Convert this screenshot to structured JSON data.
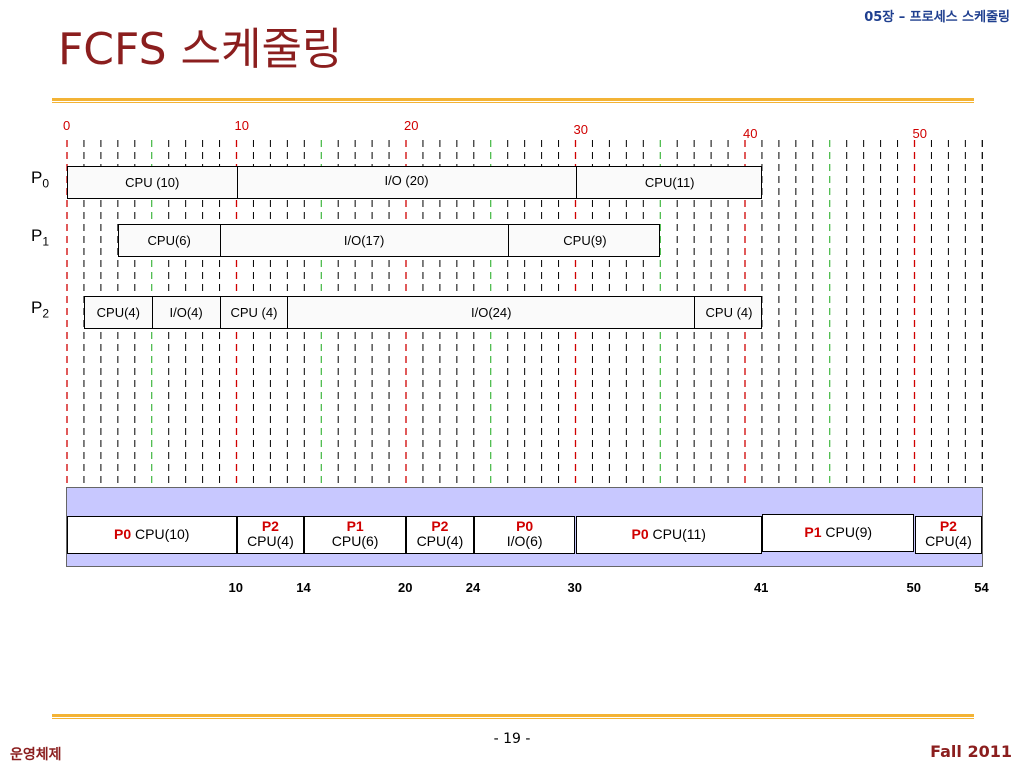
{
  "header": {
    "chapter_num": "05",
    "chapter_rest": "장 – 프로세스 스케줄링",
    "title": "FCFS 스케줄링"
  },
  "timeline": {
    "tick_labels": [
      "0",
      "10",
      "20",
      "30",
      "40",
      "50"
    ],
    "max_time": 54
  },
  "processes": [
    {
      "name": "P",
      "sub": "0",
      "segments": [
        {
          "label": "CPU (10)",
          "duration": 10
        },
        {
          "label": "I/O (20)",
          "duration": 20
        },
        {
          "label": "CPU(11)",
          "duration": 11
        }
      ]
    },
    {
      "name": "P",
      "sub": "1",
      "segments": [
        {
          "label": "CPU(6)",
          "duration": 6
        },
        {
          "label": "I/O(17)",
          "duration": 17
        },
        {
          "label": "CPU(9)",
          "duration": 9
        }
      ]
    },
    {
      "name": "P",
      "sub": "2",
      "segments": [
        {
          "label": "CPU(4)",
          "duration": 4
        },
        {
          "label": "I/O(4)",
          "duration": 4
        },
        {
          "label": "CPU (4)",
          "duration": 4
        },
        {
          "label": "I/O(24)",
          "duration": 24
        },
        {
          "label": "CPU (4)",
          "duration": 4
        }
      ]
    }
  ],
  "gantt": [
    {
      "proc": "P0",
      "label": "CPU(10)",
      "start": 0,
      "end": 10
    },
    {
      "proc": "P2",
      "label": "CPU(4)",
      "start": 10,
      "end": 14
    },
    {
      "proc": "P1",
      "label": "CPU(6)",
      "start": 14,
      "end": 20
    },
    {
      "proc": "P2",
      "label": "CPU(4)",
      "start": 20,
      "end": 24
    },
    {
      "proc": "P0",
      "label": "I/O(6)",
      "start": 24,
      "end": 30
    },
    {
      "proc": "P0",
      "label": "CPU(11)",
      "start": 30,
      "end": 41
    },
    {
      "proc": "P1",
      "label": "CPU(9)",
      "start": 41,
      "end": 50
    },
    {
      "proc": "P2",
      "label": "CPU(4)",
      "start": 50,
      "end": 54
    }
  ],
  "time_labels": [
    "10",
    "14",
    "20",
    "24",
    "30",
    "41",
    "50",
    "54"
  ],
  "footer": {
    "page": "- 19 -",
    "left": "운영체제",
    "right": "Fall 2011"
  },
  "colors": {
    "title": "#8b1e1e",
    "accent_rule": "#f3b335",
    "tick_red": "#d00000",
    "gridline_green": "#1aa81a",
    "gantt_band": "#c8c8ff",
    "process_name": "#d00000"
  }
}
